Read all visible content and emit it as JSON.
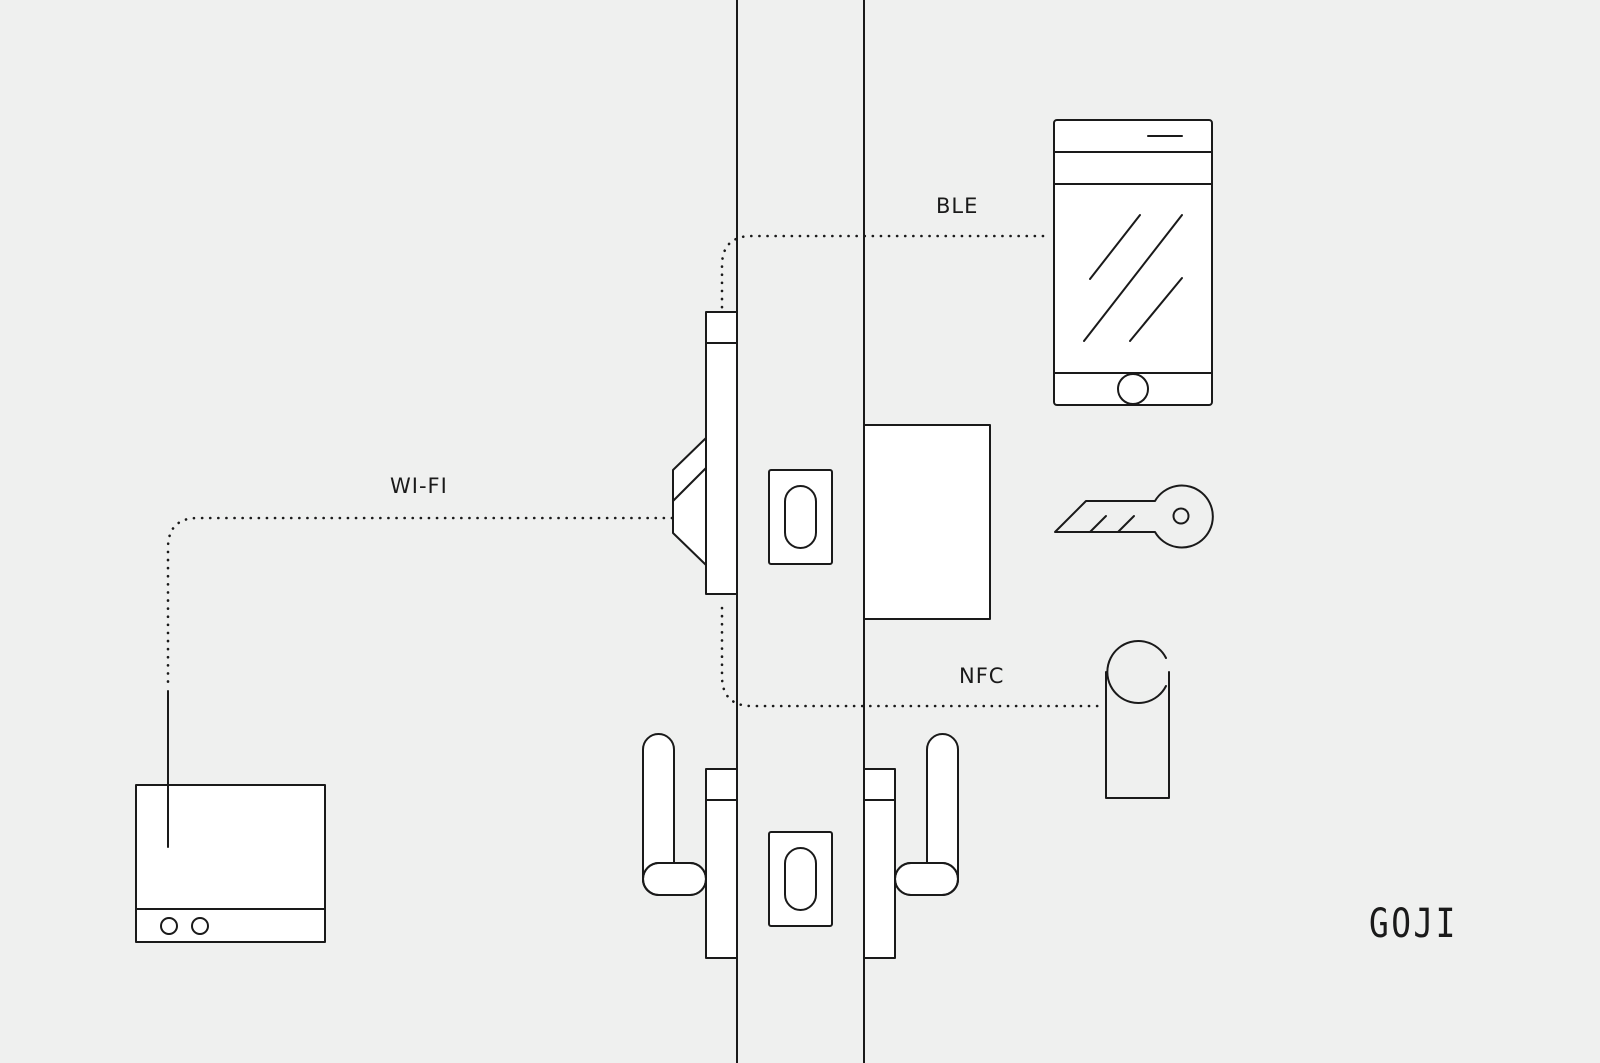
{
  "diagram": {
    "labels": {
      "ble": "BLE",
      "wifi": "WI-FI",
      "nfc": "NFC"
    },
    "logo": "GOJI"
  }
}
